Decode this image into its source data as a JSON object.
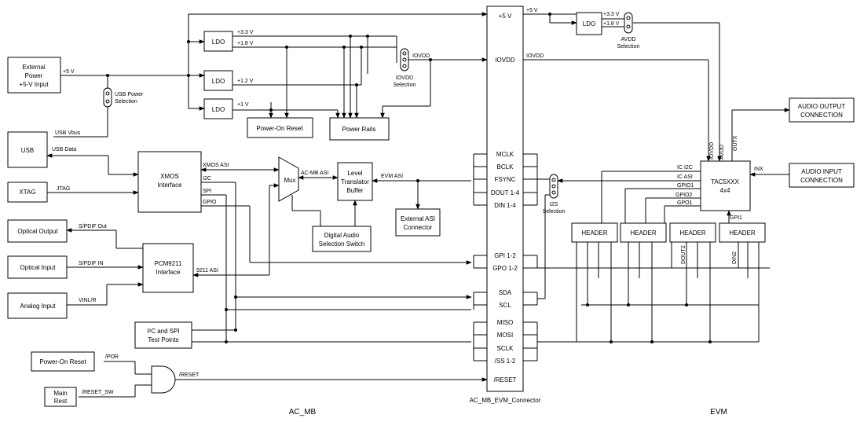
{
  "sections": {
    "left": "AC_MB",
    "right": "EVM"
  },
  "connector": {
    "title": "AC_MB_EVM_Connector",
    "pins": [
      "+5 V",
      "IOVDD",
      "MCLK",
      "BCLK",
      "FSYNC",
      "DOUT 1-4",
      "DIN 1-4",
      "GPI 1-2",
      "GPO 1-2",
      "SDA",
      "SCL",
      "MISO",
      "MOSI",
      "SCLK",
      "/SS 1-2",
      "/RESET"
    ]
  },
  "blocks": {
    "ext_power": [
      "External",
      "Power",
      "+5-V Input"
    ],
    "usb": "USB",
    "xtag": "XTAG",
    "optical_output": "Optical Output",
    "optical_input": "Optical Input",
    "analog_input": "Analog Input",
    "por_left": "Power-On Reset",
    "main_rest": [
      "Main",
      "Rest"
    ],
    "ldo": "LDO",
    "por_mid": "Power-On Reset",
    "power_rails": "Power Rails",
    "xmos": [
      "XMOS",
      "Interface"
    ],
    "pcm": [
      "PCM9211",
      "Interface"
    ],
    "i2c_tp": [
      "I²C and SPI",
      "Test Points"
    ],
    "mux": "Mux",
    "level": [
      "Level",
      "Translator",
      "Buffer"
    ],
    "ext_asi": [
      "External ASI",
      "Connector"
    ],
    "das": [
      "Digital Audio",
      "Selection Switch"
    ],
    "tac": [
      "TAC5XXX",
      "4x4"
    ],
    "header": "HEADER",
    "audio_out": [
      "AUDIO OUTPUT",
      "CONNECTION"
    ],
    "audio_in": [
      "AUDIO INPUT",
      "CONNECTION"
    ]
  },
  "labels": {
    "plus5v": "+5 V",
    "usb_power_sel": [
      "USB Power",
      "Selection"
    ],
    "usb_vbus": "USB Vbus",
    "usb_data": "USB Data",
    "jtag": "JTAG",
    "spdif_out": "S/PDIF Out",
    "spdif_in": "S/PDIF IN",
    "vinl": "VINL/R",
    "v33": "+3.3 V",
    "v18": "+1.8 V",
    "v12": "+1.2 V",
    "v1": "+1 V",
    "iovdd": "IOVDD",
    "iovdd_sel": [
      "IOVDD",
      "Selection"
    ],
    "avdd_sel": [
      "AVDD",
      "Selection"
    ],
    "xmos_asi": "XMOS ASI",
    "i2c": "I2C",
    "spi": "SPI",
    "gpio": "GPIO",
    "asi9211": "9211 ASI",
    "acmb_asi": "AC-MB ASI",
    "evm_asi": "EVM ASI",
    "i2s_sel": [
      "I2S",
      "Selection"
    ],
    "por_sig": "/POR",
    "reset_sw": "/RESET_SW",
    "reset": "/RESET",
    "ic_i2c": "IC I2C",
    "ic_asi": "IC ASI",
    "gpio1": "GPIO1",
    "gpio2": "GPIO2",
    "gpo1": "GPO1",
    "gpi1": "GPI1",
    "iovdd_v": "IOVDD",
    "avdd_v": "AVDD",
    "outx": "OUTX",
    "inx": "INX",
    "dout2": "DOUT2",
    "din2": "DIN2"
  }
}
